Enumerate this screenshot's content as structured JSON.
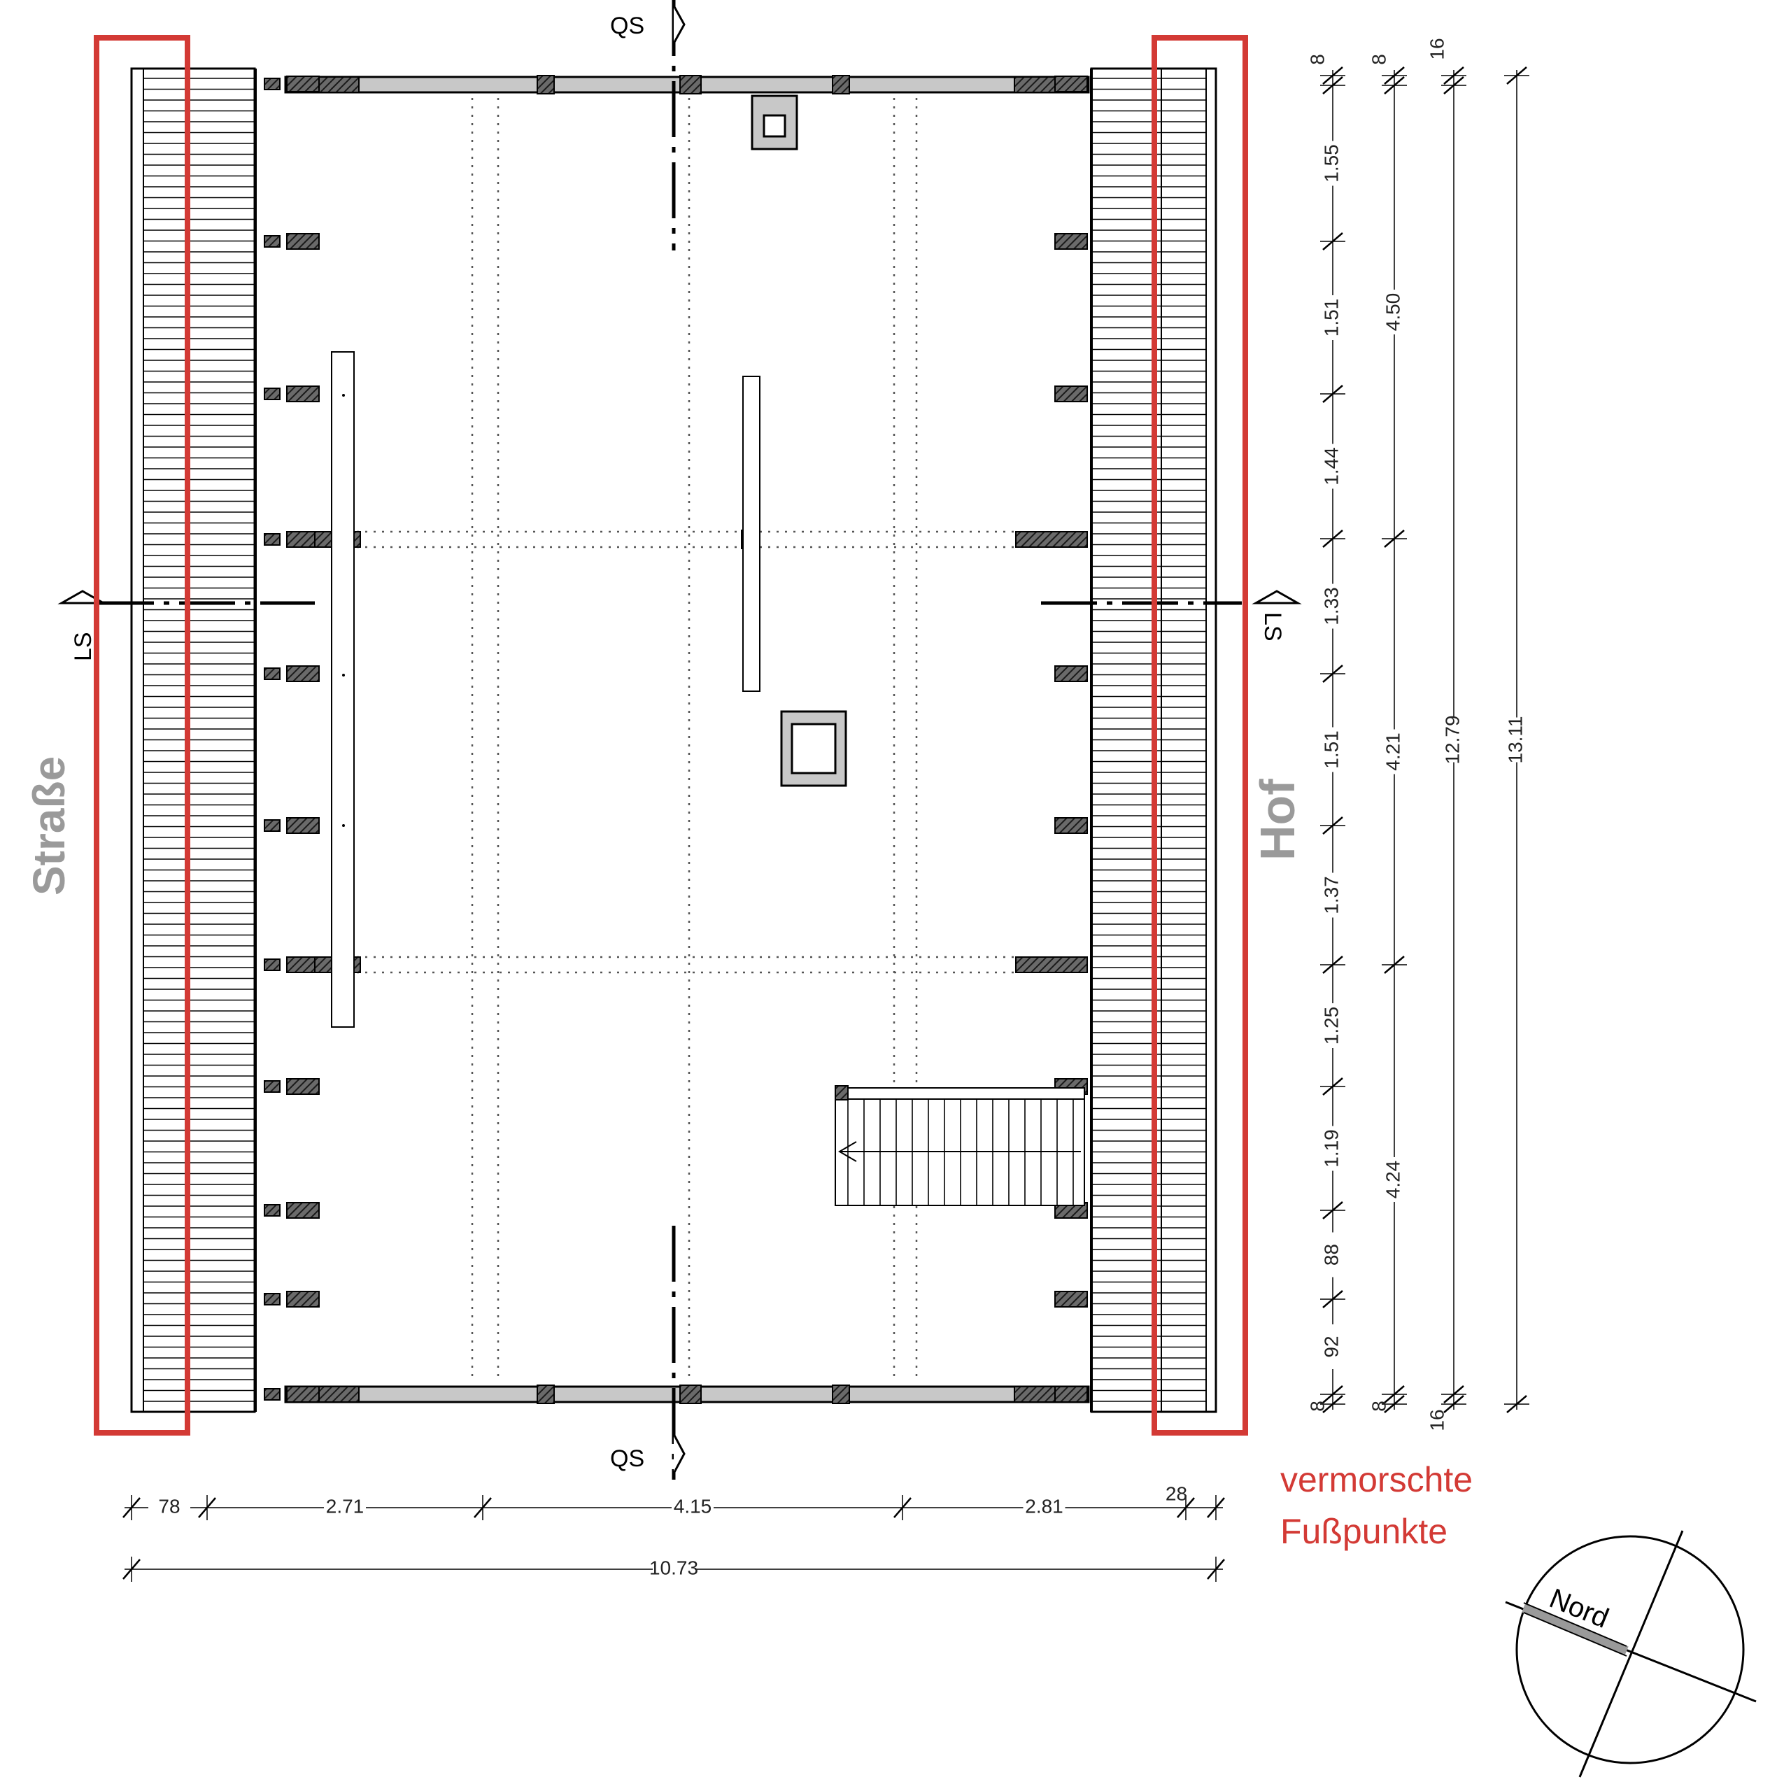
{
  "labels": {
    "section_qs": "QS",
    "section_ls": "LS",
    "side_left": "Straße",
    "side_right": "Hof",
    "note_line1": "vermorschte",
    "note_line2": "Fußpunkte",
    "north": "Nord"
  },
  "dims_bottom": {
    "segments": [
      "78",
      "2.71",
      "4.15",
      "2.81",
      "28"
    ],
    "total": "10.73"
  },
  "dims_right": {
    "chain1": [
      "8",
      "1.55",
      "1.51",
      "1.44",
      "1.33",
      "1.51",
      "1.37",
      "1.25",
      "1.19",
      "88",
      "92",
      "8"
    ],
    "chain2": [
      "8",
      "4.50",
      "4.21",
      "4.24",
      "8"
    ],
    "chain3": [
      "16",
      "12.79",
      "16"
    ],
    "chain4": [
      "13.11"
    ]
  },
  "colors": {
    "highlight": "#d33a35",
    "gray_fill": "#c8c8c8",
    "side_label": "#9a9a9a"
  }
}
